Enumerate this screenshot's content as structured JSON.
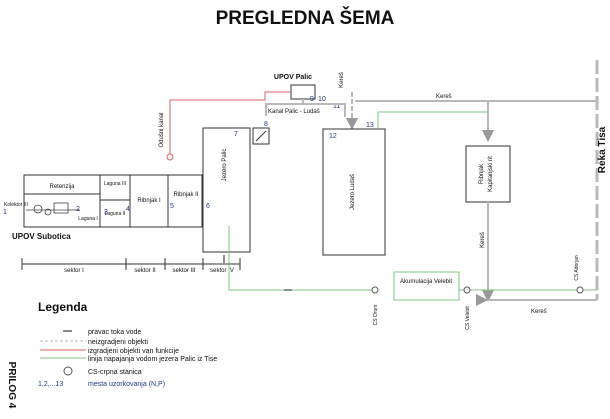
{
  "title": "PREGLEDNA ŠEMA",
  "side_label": "PRILOG 4",
  "river": "Reka Tisa",
  "facilities": {
    "upov_palic": "UPOV Palic",
    "upov_subotica": "UPOV Subotica",
    "kanal_palic_ludas": "Kanal Palic - Ludaš",
    "odusni_kanal": "Odušni kanal",
    "jezero_palic": "Jezero Palic",
    "jezero_ludas": "Jezero Ludaš",
    "ribnjak_kapitanjski": "Ribnjak Kapitanjski rit",
    "akumulacija": "Akumulacija Velebit",
    "retenzija": "Retenzija",
    "laguna_3": "Laguna III",
    "laguna_1": "Laguna I",
    "laguna_2": "Laguna II",
    "ribnjak_1": "Ribnjak I",
    "ribnjak_2": "Ribnjak II",
    "kolektor": "Kolektor III"
  },
  "kores_labels": [
    "Kereš",
    "Kereš",
    "Kereš",
    "Kereš"
  ],
  "pump_stations": [
    "CS Orom",
    "CS Velebit",
    "CS Adorjan"
  ],
  "sectors": [
    "sektor I",
    "sektor II",
    "sektor III",
    "sektor IV"
  ],
  "sample_points": [
    "1",
    "2",
    "3",
    "4",
    "5",
    "6",
    "7",
    "8",
    "9",
    "10",
    "11",
    "12",
    "13"
  ],
  "legend": {
    "heading": "Legenda",
    "items": [
      {
        "label": "pravac toka vode",
        "symbol": "arrow-dash",
        "color": "#888888"
      },
      {
        "label": "neizgradjeni objekti",
        "symbol": "dashed-line",
        "color": "#bbbbbb"
      },
      {
        "label": "izgradjeni objekti van funkcije",
        "symbol": "solid-line",
        "color": "#e06060"
      },
      {
        "label": "linija napajanja vodom jezera Palic iz Tise",
        "symbol": "solid-line",
        "color": "#7fc47f"
      },
      {
        "label": "CS-crpna stanica",
        "symbol": "pump-circle",
        "color": "#555555"
      },
      {
        "label": "mesta uzorkovanja (N,P)",
        "symbol": "numbers",
        "color": "#1d3a8a"
      }
    ],
    "numbers_label": "1,2,...13"
  },
  "colors": {
    "red_line": "#e06060",
    "green_line": "#7fc47f",
    "gray_line": "#b8b8b8",
    "numbers": "#1d3a8a"
  }
}
